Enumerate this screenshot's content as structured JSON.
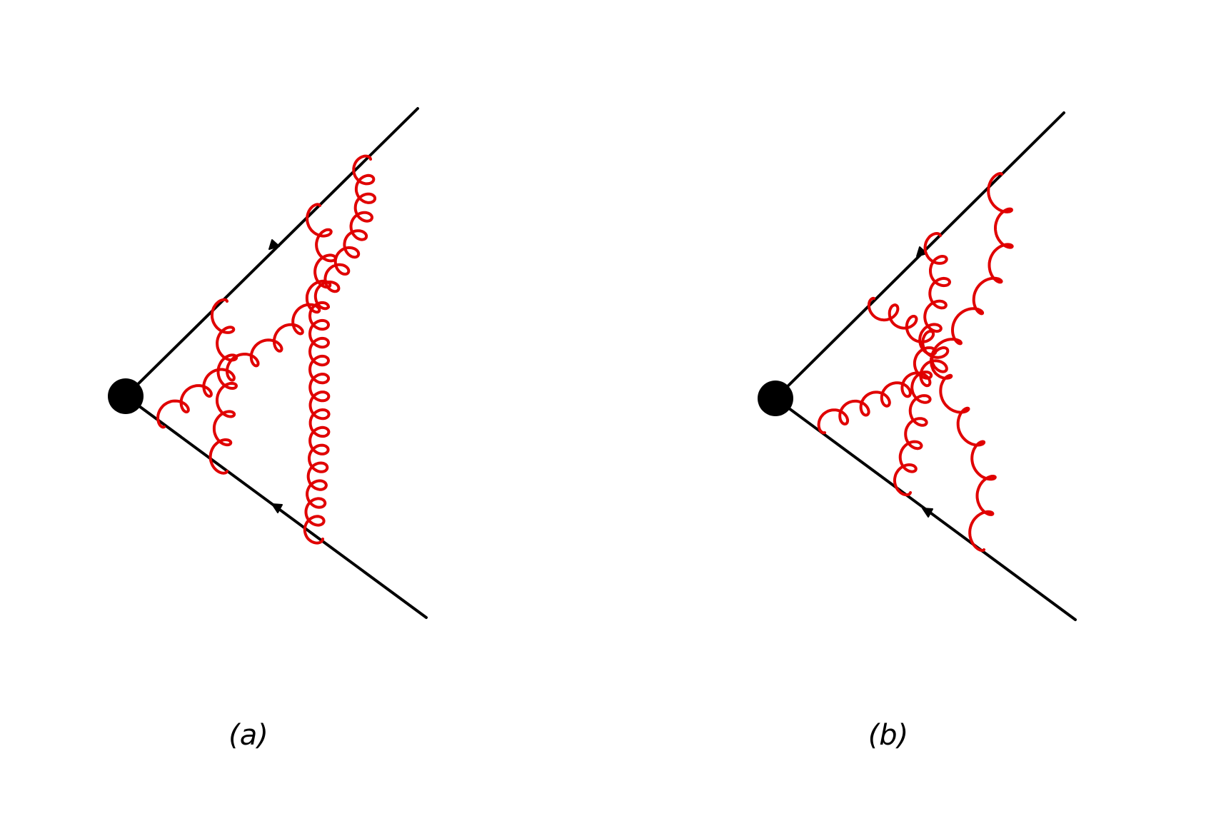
{
  "colors": {
    "background": "#ffffff",
    "wilson_line": "#000000",
    "gluon": "#e00000",
    "vertex": "#000000"
  },
  "diagrams": [
    {
      "label": "(a)",
      "gluons": [
        {
          "name": "gluon-top-long-to-bottom-left",
          "loops": 11
        },
        {
          "name": "gluon-top-to-right-bottom",
          "loops": 8
        },
        {
          "name": "gluon-vertical-center",
          "loops": 13
        },
        {
          "name": "gluon-left-short-vertical",
          "loops": 6
        }
      ]
    },
    {
      "label": "(b)",
      "gluons": [
        {
          "name": "gluon-top-right-to-bottom-right",
          "loops": 11
        },
        {
          "name": "gluon-top-mid-to-bottom-mid",
          "loops": 11
        },
        {
          "name": "gluon-top-left-to-bottom-left",
          "loops": 11
        }
      ]
    }
  ]
}
